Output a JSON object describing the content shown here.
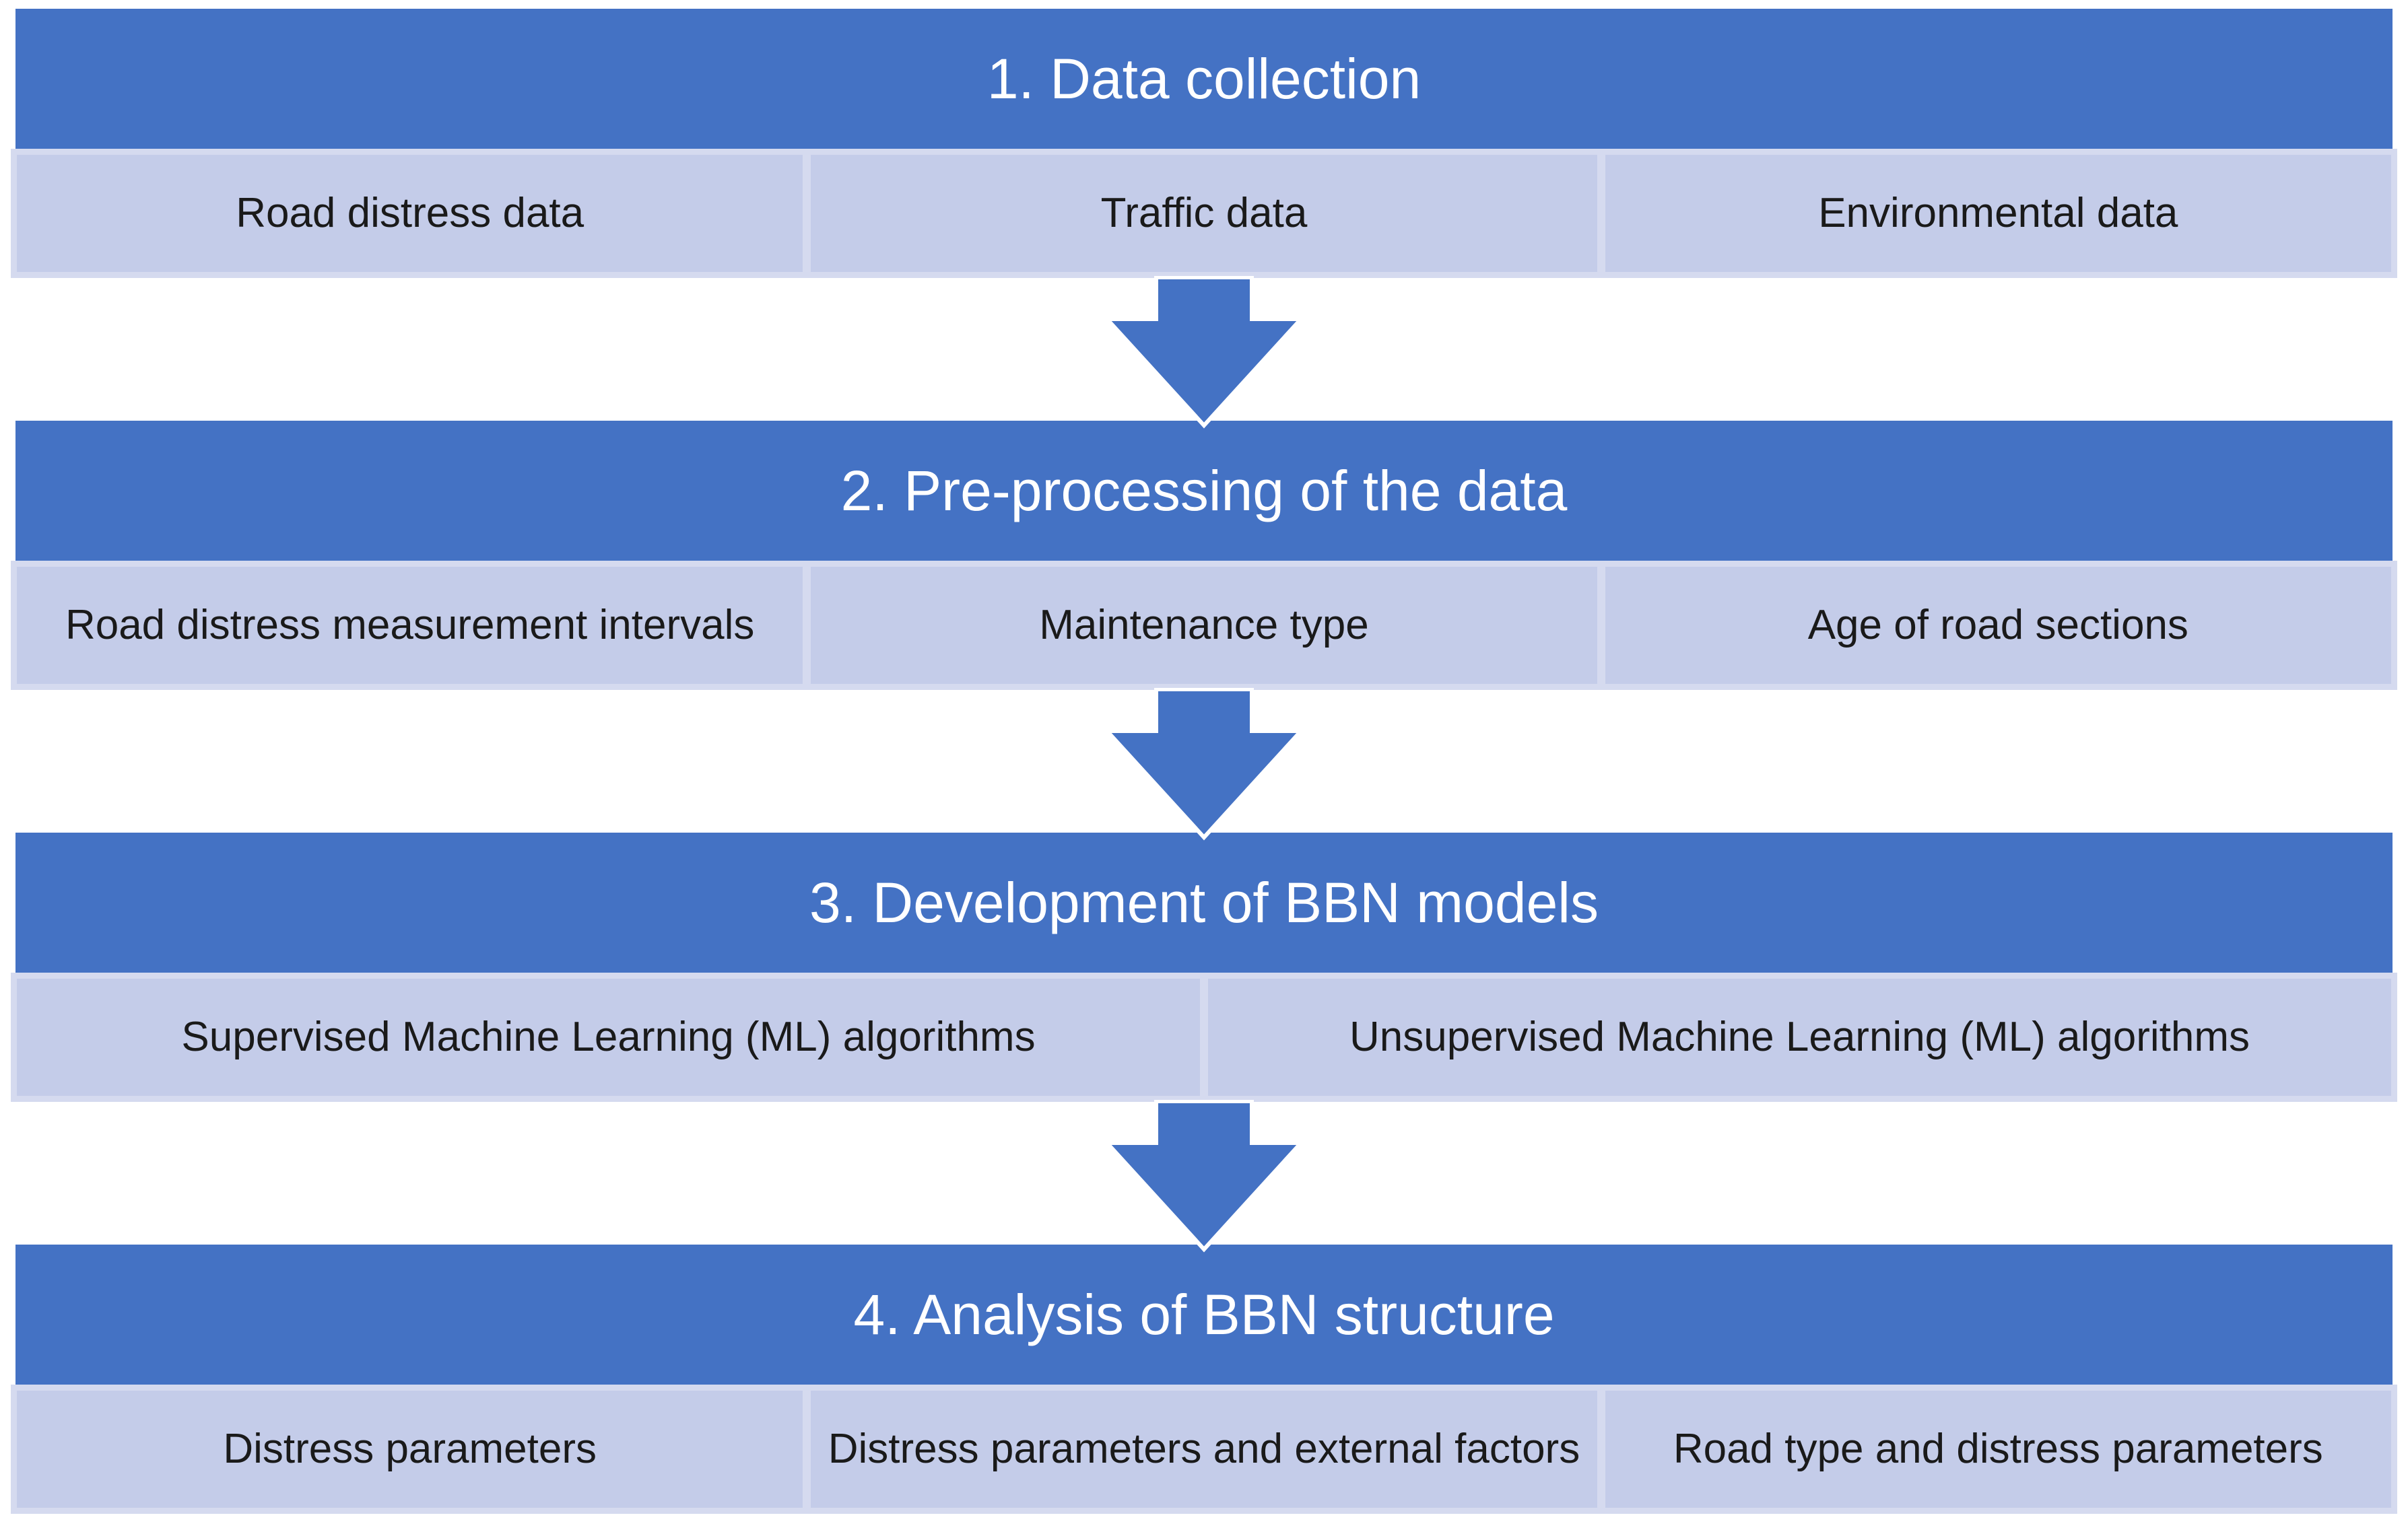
{
  "colors": {
    "page_bg": "#FFFFFF",
    "header_bg": "#4472C4",
    "header_text": "#FFFFFF",
    "row_bg": "#D5DAEF",
    "cell_bg": "#C4CCE9",
    "cell_text": "#1A1A1A",
    "arrow": "#4472C4"
  },
  "diagram": {
    "type": "process-flow",
    "arrow_direction": "down",
    "arrow_count": 3
  },
  "stages": [
    {
      "title": "1. Data collection",
      "items": [
        "Road distress data",
        "Traffic data",
        "Environmental data"
      ]
    },
    {
      "title": "2. Pre-processing of the data",
      "items": [
        "Road distress measurement intervals",
        "Maintenance type",
        "Age of road sections"
      ]
    },
    {
      "title": "3. Development of BBN models",
      "items": [
        "Supervised Machine Learning (ML) algorithms",
        "Unsupervised Machine Learning (ML) algorithms"
      ]
    },
    {
      "title": "4. Analysis of BBN structure",
      "items": [
        "Distress parameters",
        "Distress parameters and external factors",
        "Road type and distress parameters"
      ]
    }
  ]
}
